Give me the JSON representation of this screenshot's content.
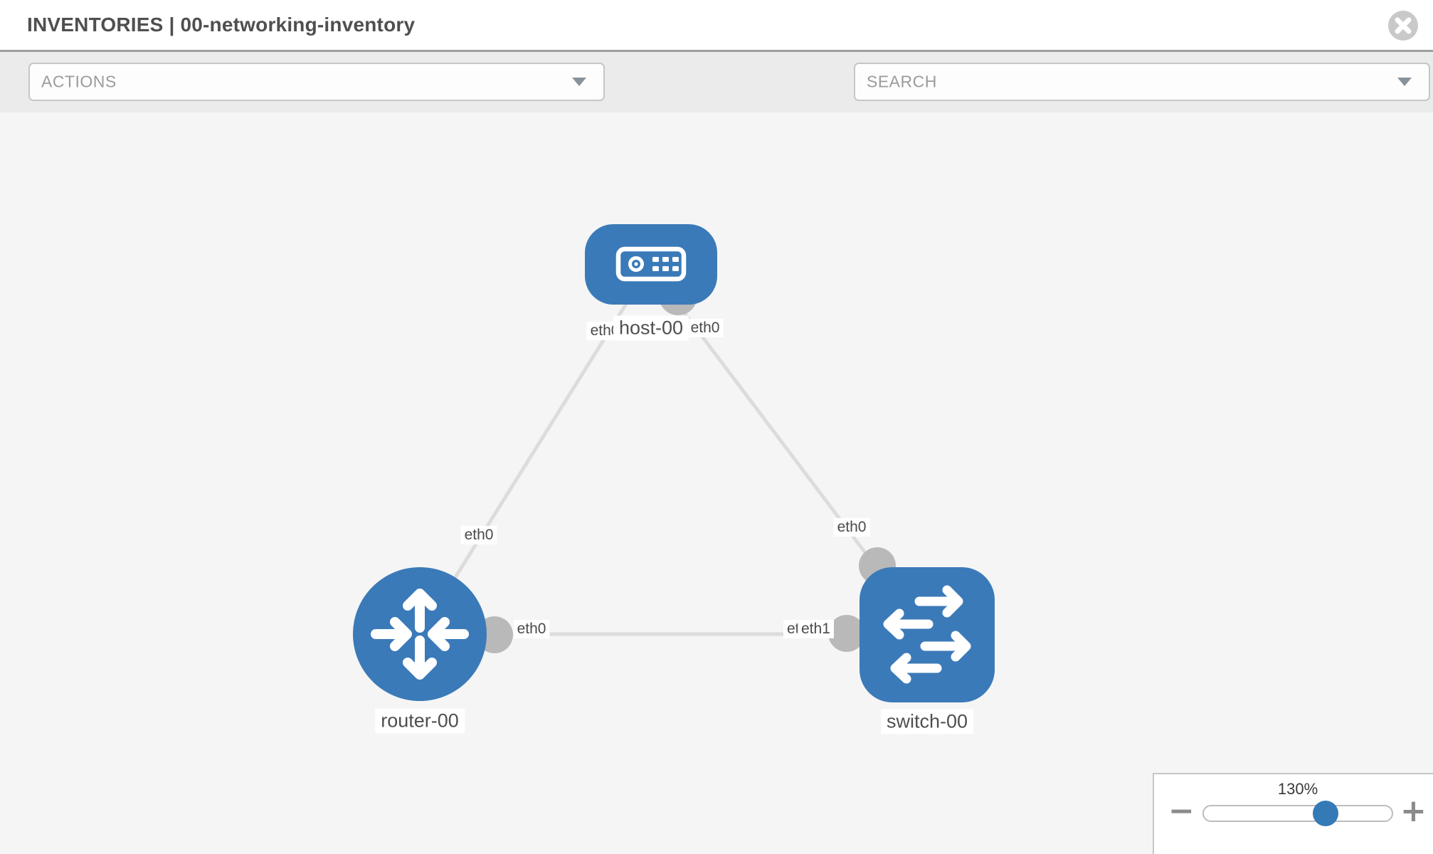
{
  "header": {
    "title": "INVENTORIES | 00-networking-inventory"
  },
  "toolbar": {
    "actions_label": "ACTIONS",
    "search_label": "SEARCH"
  },
  "topology": {
    "nodes": {
      "host": {
        "label": "host-00",
        "type": "host"
      },
      "router": {
        "label": "router-00",
        "type": "router"
      },
      "switch": {
        "label": "switch-00",
        "type": "switch"
      }
    },
    "links": [
      {
        "from": "host-00",
        "to": "router-00",
        "from_interface": "eth0",
        "to_interface": "eth0"
      },
      {
        "from": "host-00",
        "to": "switch-00",
        "from_interface": "eth0",
        "to_interface": "eth0"
      },
      {
        "from": "router-00",
        "to": "switch-00",
        "from_interface": "eth0",
        "to_interfaces": [
          "eth0",
          "eth1"
        ]
      }
    ],
    "chips": {
      "host_to_router_at_host": "eth0",
      "host_to_router_at_router": "eth0",
      "host_to_switch_at_host": "eth0",
      "host_to_switch_at_switch": "eth0",
      "router_to_switch_at_router": "eth0",
      "router_to_switch_at_switch_back": "eth0",
      "router_to_switch_at_switch_front": "eth1"
    }
  },
  "zoom_control": {
    "level": "130%",
    "minus": "−",
    "plus": "+"
  },
  "colors": {
    "node_blue": "#3b7ab8",
    "link_gray": "#dcdcdc",
    "connector_gray": "#b9b9b9",
    "slider_knob_blue": "#337ab7",
    "toolbar_bg": "#ebebeb",
    "canvas_bg": "#f5f5f5"
  }
}
